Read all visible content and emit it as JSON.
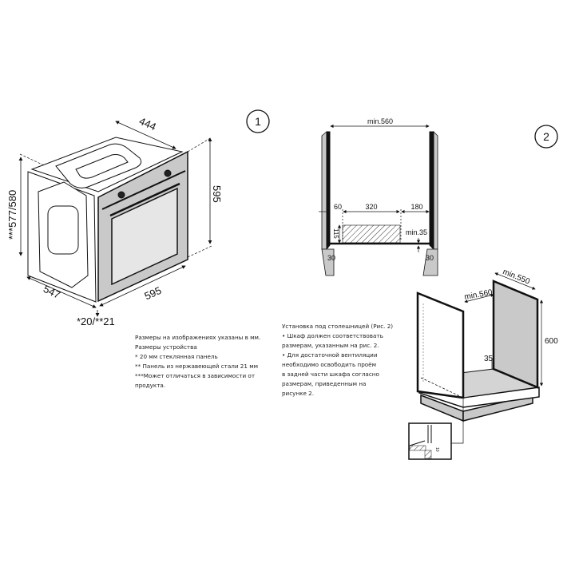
{
  "figure1": {
    "number": "1",
    "dims": {
      "depth_top": "444",
      "height_right": "595",
      "height_left": "***577/580",
      "depth_bottom": "547",
      "width_bottom": "595",
      "panel": "*20/**21"
    },
    "notes": [
      "Размеры на изображениях указаны в мм.",
      "Размеры устройства",
      "* 20 мм стеклянная панель",
      "** Панель из нержавеющей стали 21 мм",
      "***Может отличаться в зависимости от",
      "продукта."
    ]
  },
  "figure2": {
    "number": "2",
    "front": {
      "width": "min.560",
      "left": "60",
      "middle": "320",
      "right": "180",
      "vent_height": "115",
      "gap": "min.35",
      "left_bottom": "30",
      "right_bottom": "30"
    },
    "iso": {
      "depth": "min.550",
      "width": "min.560",
      "height": "600",
      "gap": "35",
      "inset": "10"
    },
    "notes": [
      "Установка под столешницей (Рис. 2)",
      "• Шкаф должен соответствовать",
      "размерам, указанным на рис. 2.",
      "• Для достаточной вентиляции",
      "необходимо освободить проём",
      "в задней части шкафа согласно",
      "размерам, приведенным на",
      "рисунке 2."
    ]
  },
  "colors": {
    "panel_gray": "#c8c8c8",
    "line": "#111111",
    "floor_gray": "#d4d4d4"
  }
}
